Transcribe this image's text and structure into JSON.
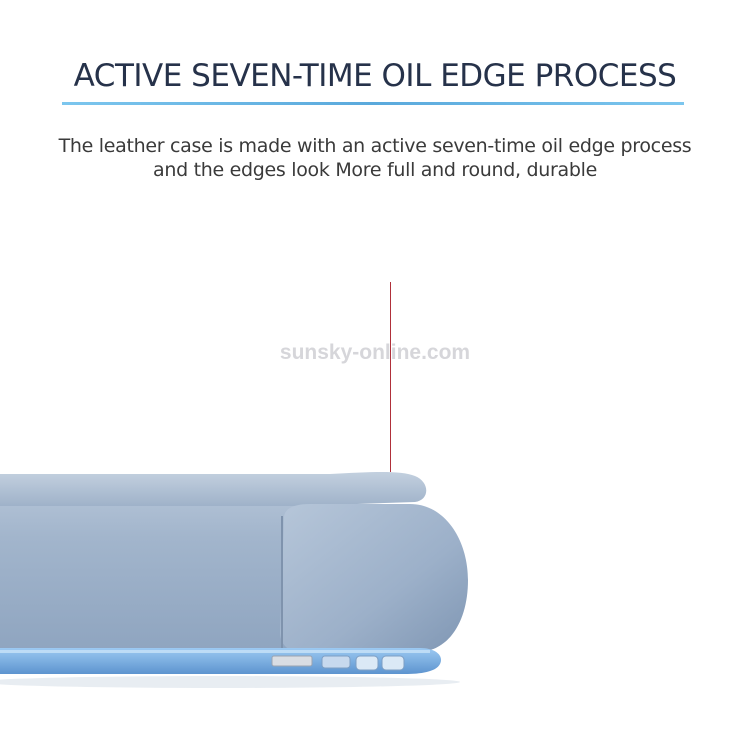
{
  "header": {
    "title": "ACTIVE SEVEN-TIME OIL EDGE PROCESS"
  },
  "description": {
    "line1": "The leather case is made with an active seven-time oil edge process",
    "line2": "and the edges look More full and round, durable"
  },
  "watermark": {
    "text": "sunsky-online.com"
  },
  "colors": {
    "title": "#26324a",
    "rule": "#5aa9dc",
    "case_leather": "#9fb3cc",
    "case_shell": "#7fb4e6",
    "pointer": "#b0303a"
  }
}
